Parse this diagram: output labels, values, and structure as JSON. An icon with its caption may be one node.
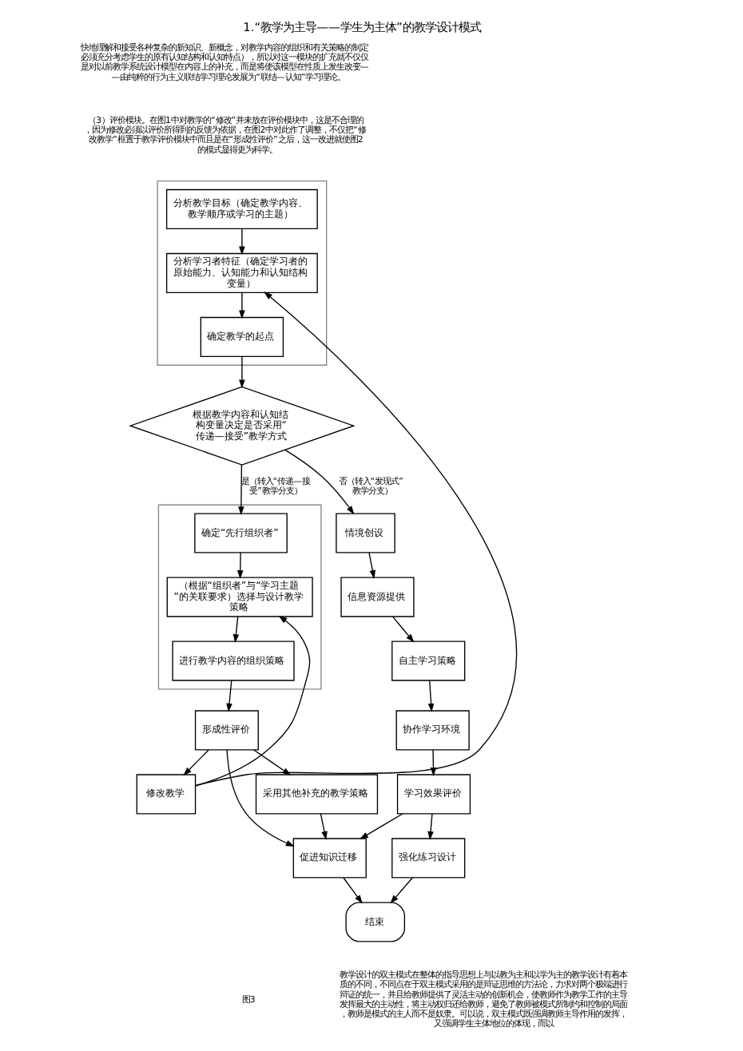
{
  "diagram": {
    "title": "1.“教学为主导——学生为主体”的教学设计模式",
    "nodes": [
      {
        "text": [],
        "shape": "box"
      },
      {
        "text": [
          "分析教学目标（确定教学内容、教学顺序或学习的主题）"
        ],
        "in": 0
      },
      {
        "text": [
          "分析学习者特征（确定学习者的原始能力、认知能力和认知结构变量）"
        ],
        "in": 0
      },
      {
        "text": [
          "确定教学的起点"
        ],
        "in": 0
      },
      {
        "text": [
          "根据教学内容和认知结构变量决定是否采用“传递—接受”教学方式"
        ]
      },
      {
        "text": [
          "情境创设"
        ]
      },
      {
        "text": [
          "信息资源提供"
        ]
      },
      {
        "text": [
          "自主学习策略"
        ]
      },
      {
        "text": [
          "协作学习环境"
        ]
      },
      {
        "text": [
          "学习效果评价"
        ]
      },
      {
        "text": [
          "强化练习设计"
        ]
      },
      {
        "text": [],
        "shape": "box"
      },
      {
        "text": [
          "确定“先行组织者”"
        ],
        "in": 11
      },
      {
        "text": [
          "（根据“组织者”与“学习主题”的关联要求）选择与设计教学策略"
        ],
        "in": 11
      },
      {
        "text": [
          "进行教学内容的组织策略"
        ],
        "in": 11
      },
      {
        "text": [
          "形成性评价"
        ]
      },
      {
        "text": [
          "修改教学"
        ]
      },
      {
        "text": [
          "促进知识迁移"
        ]
      },
      {
        "text": [
          "采用其他补充的教学策略"
        ]
      },
      {
        "text": [
          "结束"
        ]
      }
    ],
    "edges": [
      {
        "from": 1,
        "to": 2,
        "arrow": "to"
      },
      {
        "from": 2,
        "to": 3,
        "arrow": "to"
      },
      {
        "from": 3,
        "to": 4,
        "arrow": "to"
      },
      {
        "from": 4,
        "to": 5,
        "arrow": "to",
        "label": "否（转入“发现式”教学分支）"
      },
      {
        "from": 4,
        "to": 12,
        "arrow": "to",
        "label": "是（转入“传递—接受”教学分支）"
      },
      {
        "from": 5,
        "to": 6,
        "arrow": "to"
      },
      {
        "from": 6,
        "to": 7,
        "arrow": "to"
      },
      {
        "from": 7,
        "to": 8,
        "arrow": "to"
      },
      {
        "from": 8,
        "to": 9,
        "arrow": "to"
      },
      {
        "from": 9,
        "to": 10,
        "arrow": "to"
      },
      {
        "from": 9,
        "to": 17,
        "arrow": "to"
      },
      {
        "from": 10,
        "to": 19,
        "arrow": "to"
      },
      {
        "from": 17,
        "to": 19,
        "arrow": "to"
      },
      {
        "from": 12,
        "to": 13,
        "arrow": "to"
      },
      {
        "from": 13,
        "to": 14,
        "arrow": "to"
      },
      {
        "from": 14,
        "to": 15,
        "arrow": "to"
      },
      {
        "from": 15,
        "to": 16,
        "arrow": "to"
      },
      {
        "from": 15,
        "to": 17,
        "arrow": "to"
      },
      {
        "from": 15,
        "to": 18,
        "arrow": "to"
      },
      {
        "from": 18,
        "to": 17,
        "arrow": "to"
      },
      {
        "from": 16,
        "to": 2,
        "arrow": "to"
      },
      {
        "from": 16,
        "to": 13,
        "arrow": "to"
      }
    ],
    "labels": [
      "快地理解和接受各种复杂的新知识、新概念，对教学内容的组织和有关策略的制定必须充分考虑学生的原有认知结构和认知特点），所以对这一模块的扩充就不仅仅是对以前教学系统设计模型在内容上的补充，而是将使该模型在性质上发生改变——由纯粹的行为主义联结学习理论发展为“联结—认知”学习理论。",
      "（3）评价模块。在图1中对教学的“修改”并未放在评价模块中，这是不合理的，因为修改必须以评价所得到的反馈为依据，在图2中对此作了调整，不仅把“修改教学”框置于教学评价模块中而且是在“形成性评价”之后，这一改进就使图2的模式显得更为科学。",
      "图3",
      "教学设计的双主模式在整体的指导思想上与以教为主和以学为主的教学设计有着本质的不同，不同点在于双主模式采用的是辩证思维的方法论，力求对两个极端进行辩证的统一，并且给教师提供了灵活主动的创新机会，使教师作为教学工作的主导发挥最大的主动性，将主动权归还给教师，避免了教师被模式所制约和控制的局面，教师是模式的主人而不是奴隶。可以说，双主模式既强调教师主导作用的发挥，又强调学生主体地位的体现，而以"
    ]
  }
}
